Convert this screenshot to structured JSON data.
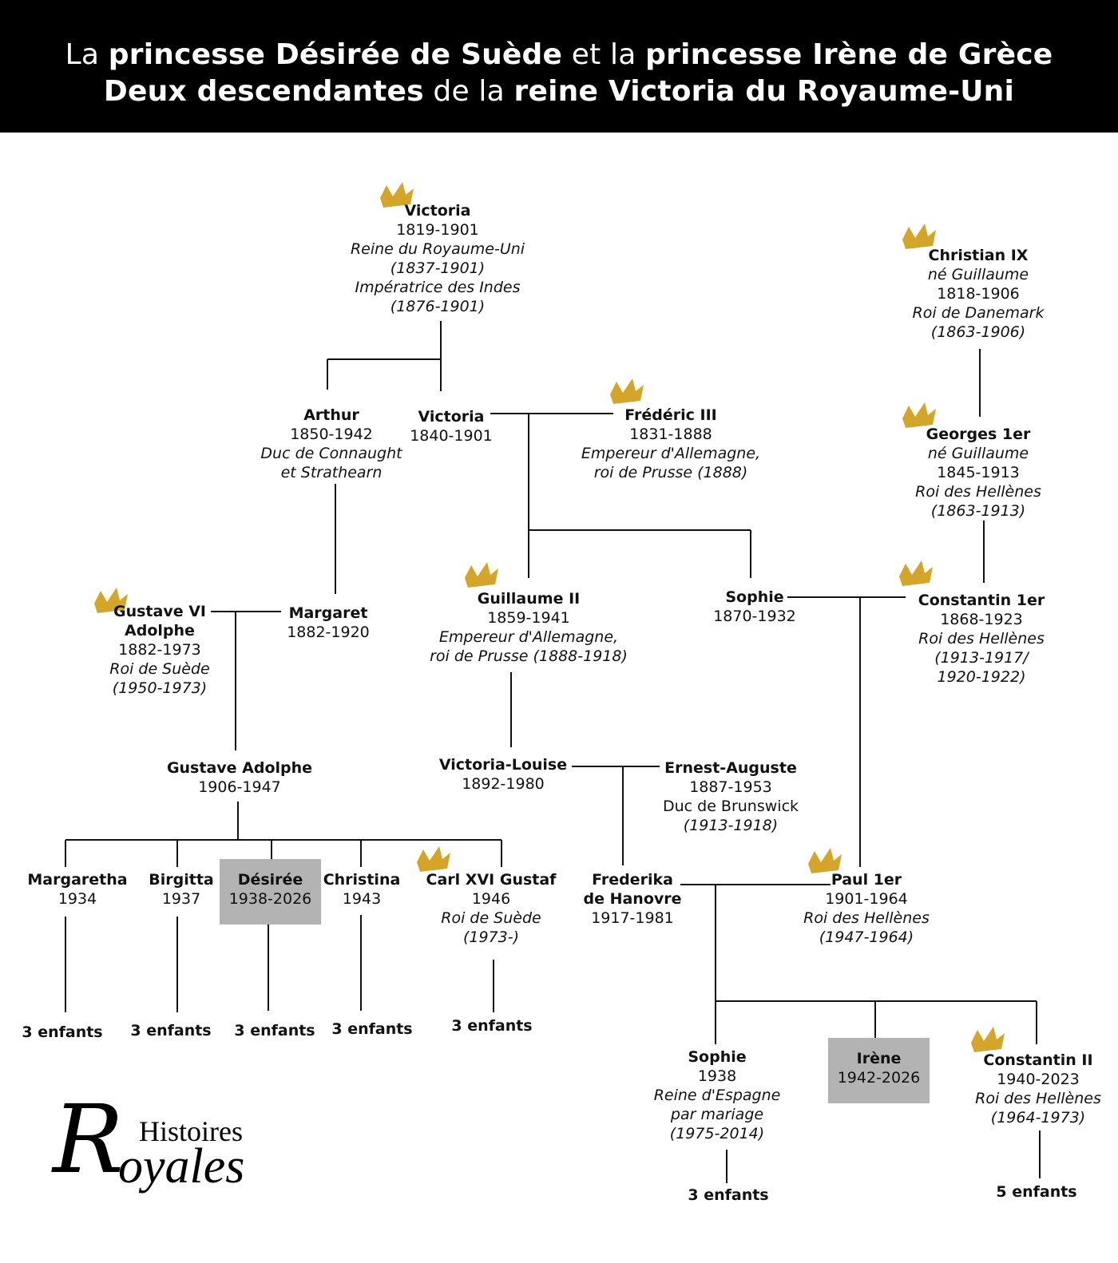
{
  "header": {
    "line1": [
      {
        "text": "La ",
        "bold": false
      },
      {
        "text": "princesse Désirée de Suède",
        "bold": true
      },
      {
        "text": " et la ",
        "bold": false
      },
      {
        "text": "princesse Irène de Grèce",
        "bold": true
      }
    ],
    "line2": [
      {
        "text": "Deux descendantes",
        "bold": true
      },
      {
        "text": " de la ",
        "bold": false
      },
      {
        "text": "reine Victoria du Royaume-Uni",
        "bold": true
      }
    ]
  },
  "colors": {
    "header_bg": "#000000",
    "highlight": "#b3b3b3",
    "crown_gold": "#d4a528",
    "line": "#111111"
  },
  "people": {
    "victoria": {
      "name": "Victoria",
      "years": "1819-1901",
      "titles": [
        "Reine du Royaume-Uni",
        "(1837-1901)",
        "Impératrice des Indes",
        "(1876-1901)"
      ],
      "crown": true
    },
    "christian9": {
      "name": "Christian IX",
      "years": "",
      "titles": [
        "né Guillaume",
        "1818-1906",
        "Roi de Danemark",
        "(1863-1906)"
      ],
      "crown": true
    },
    "arthur": {
      "name": "Arthur",
      "years": "1850-1942",
      "titles": [
        "Duc de Connaught",
        "et Strathearn"
      ],
      "crown": false
    },
    "victoria2": {
      "name": "Victoria",
      "years": "1840-1901",
      "titles": [],
      "crown": false
    },
    "frederic3": {
      "name": "Frédéric III",
      "years": "1831-1888",
      "titles": [
        "Empereur d'Allemagne,",
        "roi de Prusse (1888)"
      ],
      "crown": true
    },
    "georges1": {
      "name": "Georges 1er",
      "years": "",
      "titles": [
        "né Guillaume",
        "1845-1913",
        "Roi des Hellènes",
        "(1863-1913)"
      ],
      "crown": true
    },
    "gustave6": {
      "name": "Gustave VI",
      "years": "",
      "titles": [
        "Adolphe",
        "1882-1973",
        "Roi de Suède",
        "(1950-1973)"
      ],
      "crown": true
    },
    "margaret": {
      "name": "Margaret",
      "years": "1882-1920",
      "titles": [],
      "crown": false
    },
    "guillaume2": {
      "name": "Guillaume II",
      "years": "1859-1941",
      "titles": [
        "Empereur d'Allemagne,",
        "roi de Prusse (1888-1918)"
      ],
      "crown": true
    },
    "sophie1": {
      "name": "Sophie",
      "years": "1870-1932",
      "titles": [],
      "crown": false
    },
    "constantin1": {
      "name": "Constantin 1er",
      "years": "1868-1923",
      "titles": [
        "Roi des Hellènes",
        "(1913-1917/",
        "1920-1922)"
      ],
      "crown": true
    },
    "gustaveadolphe": {
      "name": "Gustave Adolphe",
      "years": "1906-1947",
      "titles": [],
      "crown": false
    },
    "victorialouise": {
      "name": "Victoria-Louise",
      "years": "1892-1980",
      "titles": [],
      "crown": false
    },
    "ernestauguste": {
      "name": "Ernest-Auguste",
      "years": "1887-1953",
      "titles": [
        "Duc de Brunswick",
        "(1913-1918)"
      ],
      "crown": false
    },
    "margaretha": {
      "name": "Margaretha",
      "years": "1934",
      "titles": [],
      "crown": false
    },
    "birgitta": {
      "name": "Birgitta",
      "years": "1937",
      "titles": [],
      "crown": false
    },
    "desiree": {
      "name": "Désirée",
      "years": "1938-2026",
      "titles": [],
      "crown": false,
      "highlight": true
    },
    "christina": {
      "name": "Christina",
      "years": "1943",
      "titles": [],
      "crown": false
    },
    "carl16": {
      "name": "Carl XVI Gustaf",
      "years": "1946",
      "titles": [
        "Roi de Suède",
        "(1973-)"
      ],
      "crown": true
    },
    "frederika": {
      "name": "Frederika",
      "years": "1917-1981",
      "titles": [
        "de Hanovre"
      ],
      "crown": false
    },
    "paul1": {
      "name": "Paul 1er",
      "years": "1901-1964",
      "titles": [
        "Roi des Hellènes",
        "(1947-1964)"
      ],
      "crown": true
    },
    "sophie2": {
      "name": "Sophie",
      "years": "1938",
      "titles": [
        "Reine d'Espagne",
        "par mariage",
        "(1975-2014)"
      ],
      "crown": false
    },
    "irene": {
      "name": "Irène",
      "years": "1942-2026",
      "titles": [],
      "crown": false,
      "highlight": true
    },
    "constantin2": {
      "name": "Constantin II",
      "years": "1940-2023",
      "titles": [
        "Roi des Hellènes",
        "(1964-1973)"
      ],
      "crown": true
    }
  },
  "children_counts": {
    "margaretha": "3 enfants",
    "birgitta": "3 enfants",
    "desiree": "3 enfants",
    "christina": "3 enfants",
    "carl16": "3 enfants",
    "sophie2": "3 enfants",
    "constantin2": "5 enfants"
  },
  "logo": {
    "initial": "R",
    "word1": "Histoires",
    "word2": "oyales"
  }
}
